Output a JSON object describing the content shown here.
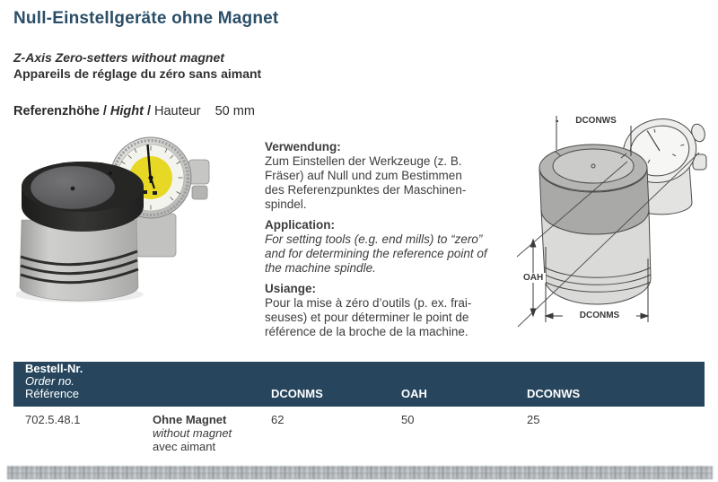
{
  "page": {
    "title": "Null-Einstellgeräte ohne Magnet",
    "subtitle_en": "Z-Axis Zero-setters without magnet",
    "subtitle_fr": "Appareils de réglage du zéro sans aimant",
    "reference_height": {
      "label_de": "Referenzhöhe",
      "label_en": "Hight",
      "label_fr": "Hauteur",
      "separator": "/",
      "value": "50 mm"
    }
  },
  "description": {
    "de": {
      "heading": "Verwendung:",
      "body": "Zum Einstellen der Werkzeuge (z. B.\nFräser) auf Null und zum Bestimmen\ndes Referenzpunktes der Maschinen-\nspindel."
    },
    "en": {
      "heading": "Application:",
      "body": "For setting tools (e.g. end mills) to “zero”\nand for determining the reference point of\nthe machine spindle."
    },
    "fr": {
      "heading": "Usiange:",
      "body": "Pour la mise à zéro d’outils (p. ex. frai-\nseuses) et pour déterminer le point de\nréférence de la broche de la machine."
    }
  },
  "diagram": {
    "label_top": "DCONWS",
    "label_left": "OAH",
    "label_bottom": "DCONMS"
  },
  "table": {
    "header": {
      "order_de": "Bestell-Nr.",
      "order_en": "Order no.",
      "order_fr": "Référence",
      "dconms": "DCONMS",
      "oah": "OAH",
      "dconws": "DCONWS"
    },
    "rows": [
      {
        "order_no": "702.5.48.1",
        "name_de": "Ohne Magnet",
        "name_en": "without magnet",
        "name_fr": "avec aimant",
        "dconms": "62",
        "oah": "50",
        "dconws": "25"
      }
    ]
  },
  "colors": {
    "accent": "#2b4e68",
    "table_header_bg": "#27465d",
    "dial_yellow": "#e8d826"
  }
}
